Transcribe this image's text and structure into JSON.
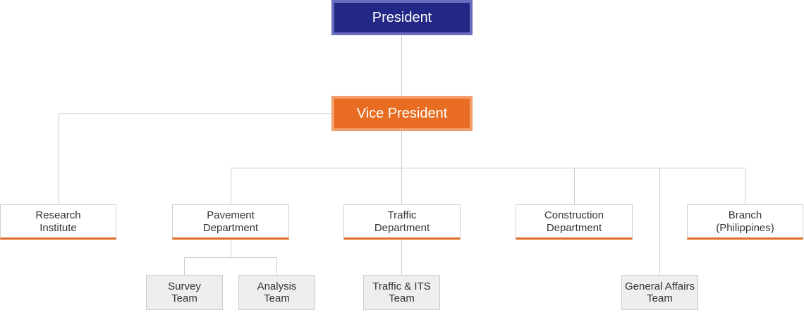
{
  "colors": {
    "president_fill": "#232886",
    "president_border": "#6a6dbd",
    "vice_president_fill": "#e86d22",
    "vice_president_border": "#f29f6b",
    "department_accent": "#e06b26",
    "connector": "#cccccc",
    "team_fill": "#eeeeee"
  },
  "president": {
    "label": "President"
  },
  "vice_president": {
    "label": "Vice President"
  },
  "departments": [
    {
      "label": "Research\nInstitute"
    },
    {
      "label": "Pavement\nDepartment"
    },
    {
      "label": "Traffic\nDepartment"
    },
    {
      "label": "Construction\nDepartment"
    },
    {
      "label": "Branch\n(Philippines)"
    }
  ],
  "teams": [
    {
      "label": "Survey\nTeam"
    },
    {
      "label": "Analysis\nTeam"
    },
    {
      "label": "Traffic & ITS\nTeam"
    },
    {
      "label": "General Affairs\nTeam"
    }
  ]
}
